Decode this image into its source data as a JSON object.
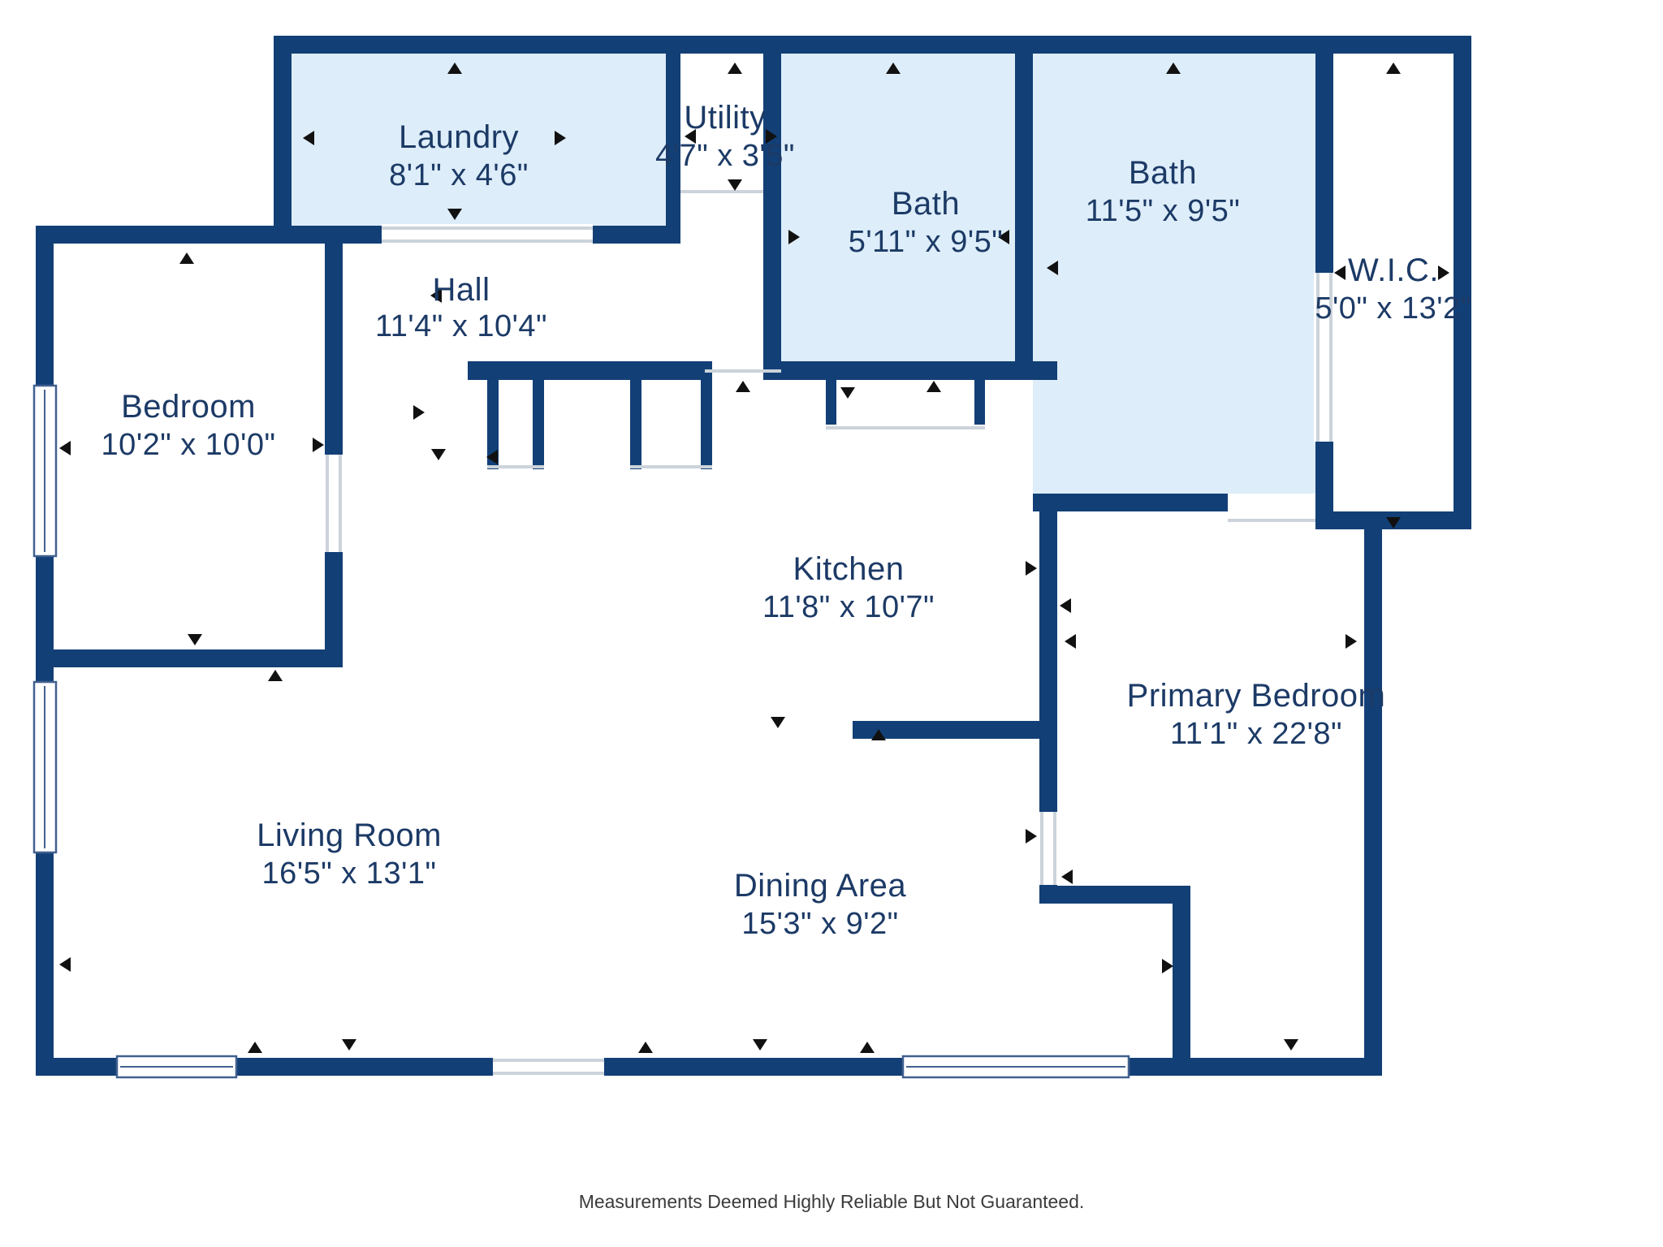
{
  "footer": {
    "disclaimer": "Measurements Deemed Highly Reliable But Not Guaranteed."
  },
  "colors": {
    "wall": "#123F76",
    "highlighted_room_fill": "#DDEDF9",
    "default_room_fill": "#FFFFFF",
    "label_text": "#1C3A66",
    "marker": "#111111",
    "footer_text": "#3B3B3B",
    "background": "#FFFFFF"
  },
  "rooms": [
    {
      "name": "Laundry",
      "dimensions": "8'1\" x 4'6\"",
      "highlighted": true
    },
    {
      "name": "Utility",
      "dimensions": "4'7\" x 3'5\"",
      "highlighted": false
    },
    {
      "name": "Bath",
      "dimensions": "5'11\" x 9'5\"",
      "highlighted": true
    },
    {
      "name": "Bath",
      "dimensions": "11'5\" x 9'5\"",
      "highlighted": true
    },
    {
      "name": "W.I.C.",
      "dimensions": "5'0\" x 13'2\"",
      "highlighted": false
    },
    {
      "name": "Bedroom",
      "dimensions": "10'2\" x 10'0\"",
      "highlighted": false
    },
    {
      "name": "Hall",
      "dimensions": "11'4\" x 10'4\"",
      "highlighted": false
    },
    {
      "name": "Kitchen",
      "dimensions": "11'8\" x 10'7\"",
      "highlighted": false
    },
    {
      "name": "Primary Bedroom",
      "dimensions": "11'1\" x 22'8\"",
      "highlighted": false
    },
    {
      "name": "Living Room",
      "dimensions": "16'5\" x 13'1\"",
      "highlighted": false
    },
    {
      "name": "Dining Area",
      "dimensions": "15'3\" x 9'2\"",
      "highlighted": false
    }
  ]
}
